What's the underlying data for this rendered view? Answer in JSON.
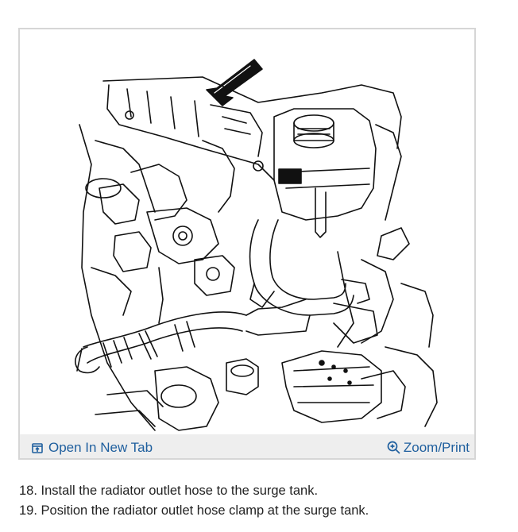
{
  "figure": {
    "diagram_icon": "engine-cooling-line-art",
    "toolbar": {
      "open_tab_label": "Open In New Tab",
      "open_tab_icon": "open-new-tab-icon",
      "zoom_label": "Zoom/Print",
      "zoom_icon": "zoom-in-icon",
      "link_color": "#1f5f9e",
      "bar_color": "#eeeeee"
    }
  },
  "steps": [
    "18. Install the radiator outlet hose to the surge tank.",
    "19. Position the radiator outlet hose clamp at the surge tank."
  ]
}
